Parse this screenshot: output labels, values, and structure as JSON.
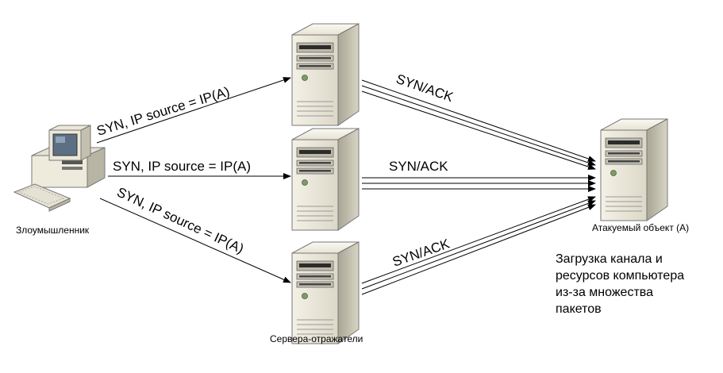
{
  "attacker_label": "Злоумышленник",
  "reflectors_label": "Сервера-отражатели",
  "target_label": "Атакуемый объект (А)",
  "syn_labels": [
    "SYN, IP source = IP(A)",
    "SYN, IP source = IP(A)",
    "SYN, IP source = IP(A)"
  ],
  "synack_labels": [
    "SYN/ACK",
    "SYN/ACK",
    "SYN/ACK"
  ],
  "note_lines": [
    "Загрузка канала и",
    "ресурсов компьютера",
    "из-за множества",
    "пакетов"
  ]
}
